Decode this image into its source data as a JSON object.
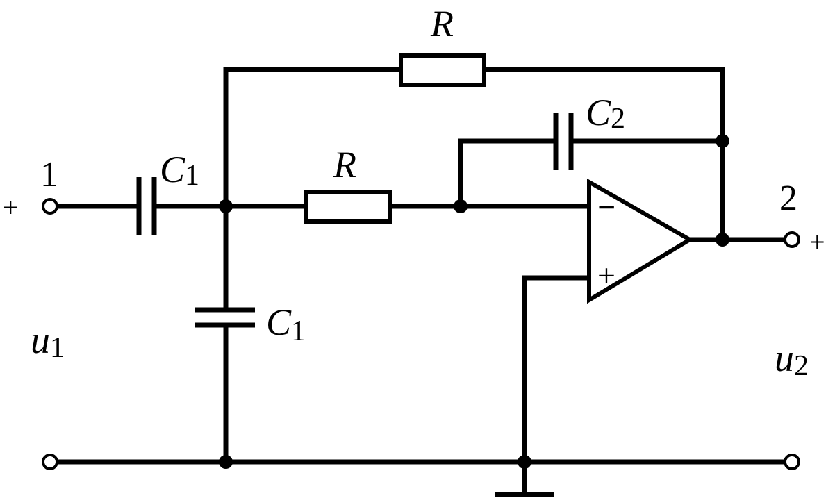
{
  "labels": {
    "resistor_top": "R",
    "resistor_mid": "R",
    "cap_series": {
      "main": "C",
      "sub": "1"
    },
    "cap_shunt": {
      "main": "C",
      "sub": "1"
    },
    "cap_feedback": {
      "main": "C",
      "sub": "2"
    },
    "input_terminal": "1",
    "output_terminal": "2",
    "input_plus": "+",
    "output_plus": "+",
    "input_voltage": {
      "main": "u",
      "sub": "1"
    },
    "output_voltage": {
      "main": "u",
      "sub": "2"
    },
    "opamp_minus": "−",
    "opamp_plus": "+"
  }
}
